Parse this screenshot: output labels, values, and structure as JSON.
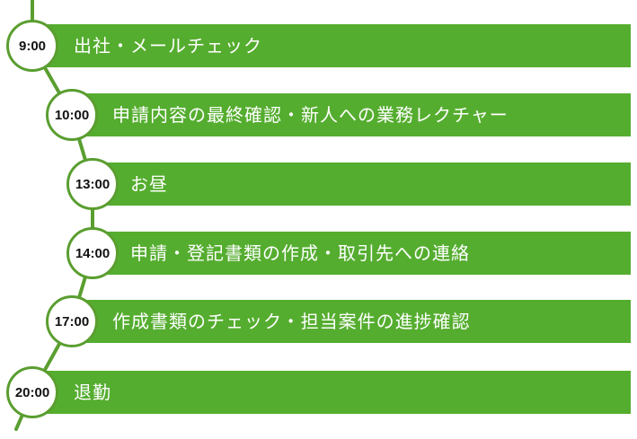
{
  "colors": {
    "bar": "#55ad2f",
    "ring": "#5a9e30",
    "line": "#5a9e30"
  },
  "entries": [
    {
      "time": "9:00",
      "task": "出社・メールチェック"
    },
    {
      "time": "10:00",
      "task": "申請内容の最終確認・新人への業務レクチャー"
    },
    {
      "time": "13:00",
      "task": "お昼"
    },
    {
      "time": "14:00",
      "task": "申請・登記書類の作成・取引先への連絡"
    },
    {
      "time": "17:00",
      "task": "作成書類のチェック・担当案件の進捗確認"
    },
    {
      "time": "20:00",
      "task": "退勤"
    }
  ]
}
